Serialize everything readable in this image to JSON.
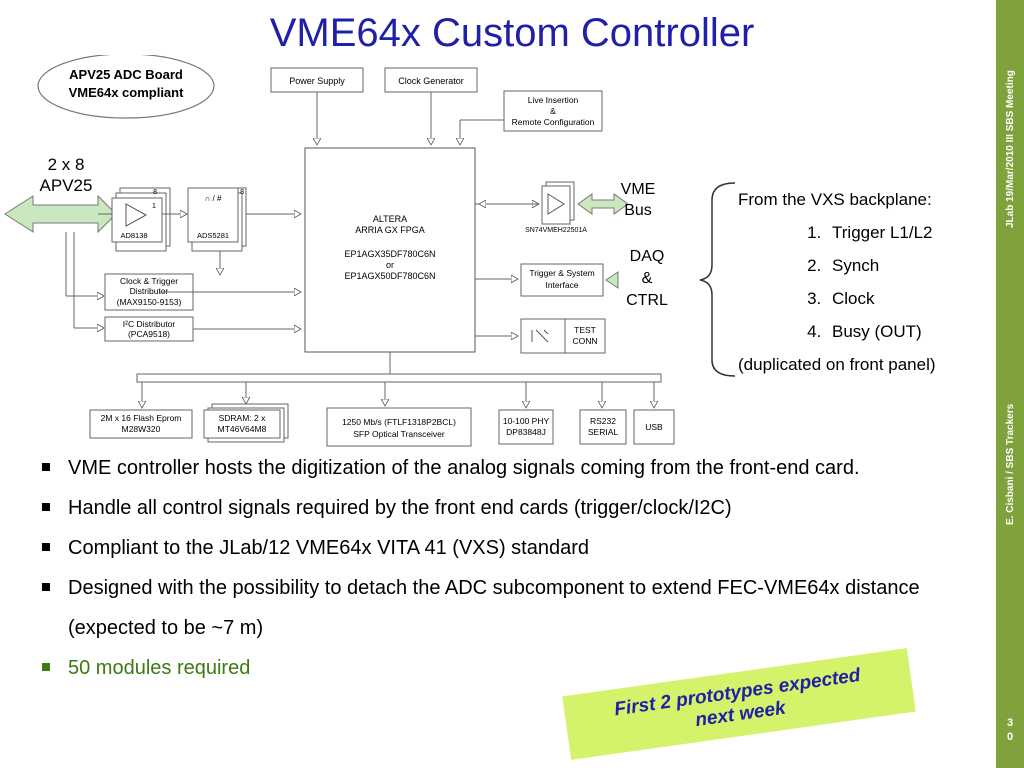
{
  "slide": {
    "title": "VME64x Custom Controller",
    "sidebar": {
      "top_text": "JLab 19/Mar/2010 III SBS Meeting",
      "bottom_text": "E. Cisbani / SBS Trackers",
      "page_line1": "3",
      "page_line2": "0"
    }
  },
  "diagram": {
    "badge_line1": "APV25 ADC Board",
    "badge_line2": "VME64x compliant",
    "apv_line1": "2 x 8",
    "apv_line2": "APV25",
    "power_supply": "Power Supply",
    "clock_generator": "Clock Generator",
    "live_line1": "Live Insertion",
    "live_line2": "&",
    "live_line3": "Remote Configuration",
    "fpga_line1": "ALTERA",
    "fpga_line2": "ARRIA GX FPGA",
    "fpga_line3": "EP1AGX35DF780C6N",
    "fpga_line4": "or",
    "fpga_line5": "EP1AGX50DF780C6N",
    "amp_count": "8",
    "amp_index": "1",
    "amp_label": "AD8138",
    "adc_count": "8",
    "adc_symbol": "∩ / #",
    "adc_label": "ADS5281",
    "clock_trigger_line1": "Clock & Trigger",
    "clock_trigger_line2": "Distributor",
    "clock_trigger_line3": "(MAX9150-9153)",
    "i2c_line1": "I²C Distributor",
    "i2c_line2": "(PCA9518)",
    "vme_chip_label": "SN74VMEH22501A",
    "vme_bus_line1": "VME",
    "vme_bus_line2": "Bus",
    "trigger_iface_line1": "Trigger & System",
    "trigger_iface_line2": "Interface",
    "daq_line1": "DAQ",
    "daq_line2": "&",
    "daq_line3": "CTRL",
    "test_line1": "TEST",
    "test_line2": "CONN",
    "flash_line1": "2M x 16 Flash Eprom",
    "flash_line2": "M28W320",
    "sdram_line1": "SDRAM: 2 x",
    "sdram_line2": "MT46V64M8",
    "sfp_line1": "1250 Mb/s (FTLF1318P2BCL)",
    "sfp_line2": "SFP Optical Transceiver",
    "phy_line1": "10-100 PHY",
    "phy_line2": "DP83848J",
    "rs232_line1": "RS232",
    "rs232_line2": "SERIAL",
    "usb": "USB"
  },
  "vxs": {
    "heading": "From the VXS backplane:",
    "items": [
      "Trigger L1/L2",
      "Synch",
      "Clock",
      "Busy (OUT)"
    ],
    "footer": "(duplicated on front panel)"
  },
  "bullets": [
    "VME controller hosts the digitization of the analog signals coming from the front-end card.",
    "Handle all control signals required by the front end cards (trigger/clock/I2C)",
    "Compliant to the JLab/12 VME64x VITA 41 (VXS) standard",
    "Designed with the possibility to detach the ADC subcomponent to extend FEC-VME64x distance (expected to be ~7 m)",
    "50 modules required"
  ],
  "callout": {
    "line1": "First 2 prototypes expected",
    "line2": "next week"
  },
  "colors": {
    "title": "#1f1fa8",
    "sidebar": "#7fa23c",
    "callout_bg": "#d4f26a",
    "green_bullet": "#3c7a12",
    "arrow_fill": "#c9e8c0"
  }
}
